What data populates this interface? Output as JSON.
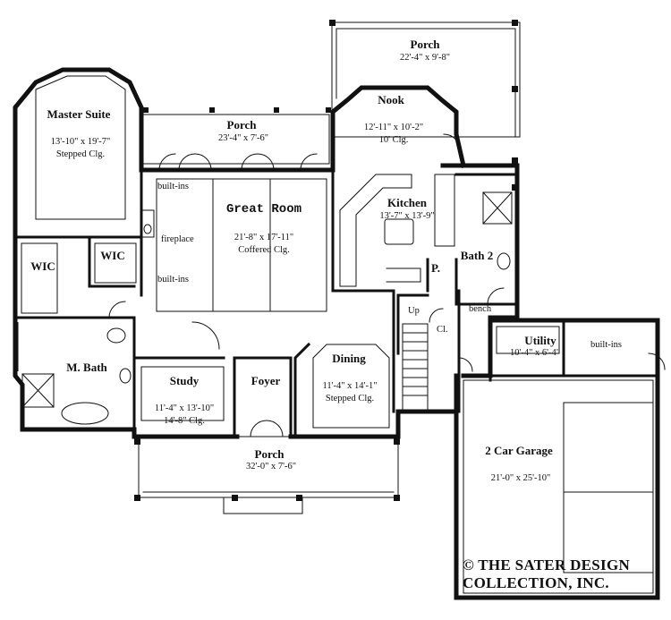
{
  "rooms": {
    "porch_rear": {
      "name": "Porch",
      "dim": "22'-4\" x 9'-8\""
    },
    "nook": {
      "name": "Nook",
      "dim1": "12'-11\" x 10'-2\"",
      "dim2": "10' Clg."
    },
    "master_suite": {
      "name": "Master Suite",
      "dim1": "13'-10\" x 19'-7\"",
      "dim2": "Stepped Clg."
    },
    "porch_mid": {
      "name": "Porch",
      "dim": "23'-4\" x 7'-6\""
    },
    "great_room": {
      "name": "Great Room",
      "dim1": "21'-8\" x 17'-11\"",
      "dim2": "Coffered Clg."
    },
    "kitchen": {
      "name": "Kitchen",
      "dim": "13'-7\" x 13'-9\""
    },
    "bath2": {
      "name": "Bath 2"
    },
    "pantry": {
      "name": "P."
    },
    "wic_left": {
      "name": "WIC"
    },
    "wic_right": {
      "name": "WIC"
    },
    "utility": {
      "name": "Utility",
      "dim": "10'-4\" x 6'-4\""
    },
    "m_bath": {
      "name": "M. Bath"
    },
    "study": {
      "name": "Study",
      "dim1": "11'-4\" x 13'-10\"",
      "dim2": "14'-8\" Clg."
    },
    "foyer": {
      "name": "Foyer"
    },
    "dining": {
      "name": "Dining",
      "dim1": "11'-4\" x 14'-1\"",
      "dim2": "Stepped Clg."
    },
    "garage": {
      "name": "2 Car Garage",
      "dim": "21'-0\" x 25'-10\""
    },
    "porch_front": {
      "name": "Porch",
      "dim": "32'-0\" x 7'-6\""
    }
  },
  "labels": {
    "built_ins_top": "built-ins",
    "fireplace": "fireplace",
    "built_ins_bottom": "built-ins",
    "built_ins_utility": "built-ins",
    "bench": "bench",
    "up": "Up",
    "closet": "Cl."
  },
  "copyright": {
    "line1": "© THE SATER DESIGN",
    "line2": "COLLECTION, INC."
  }
}
